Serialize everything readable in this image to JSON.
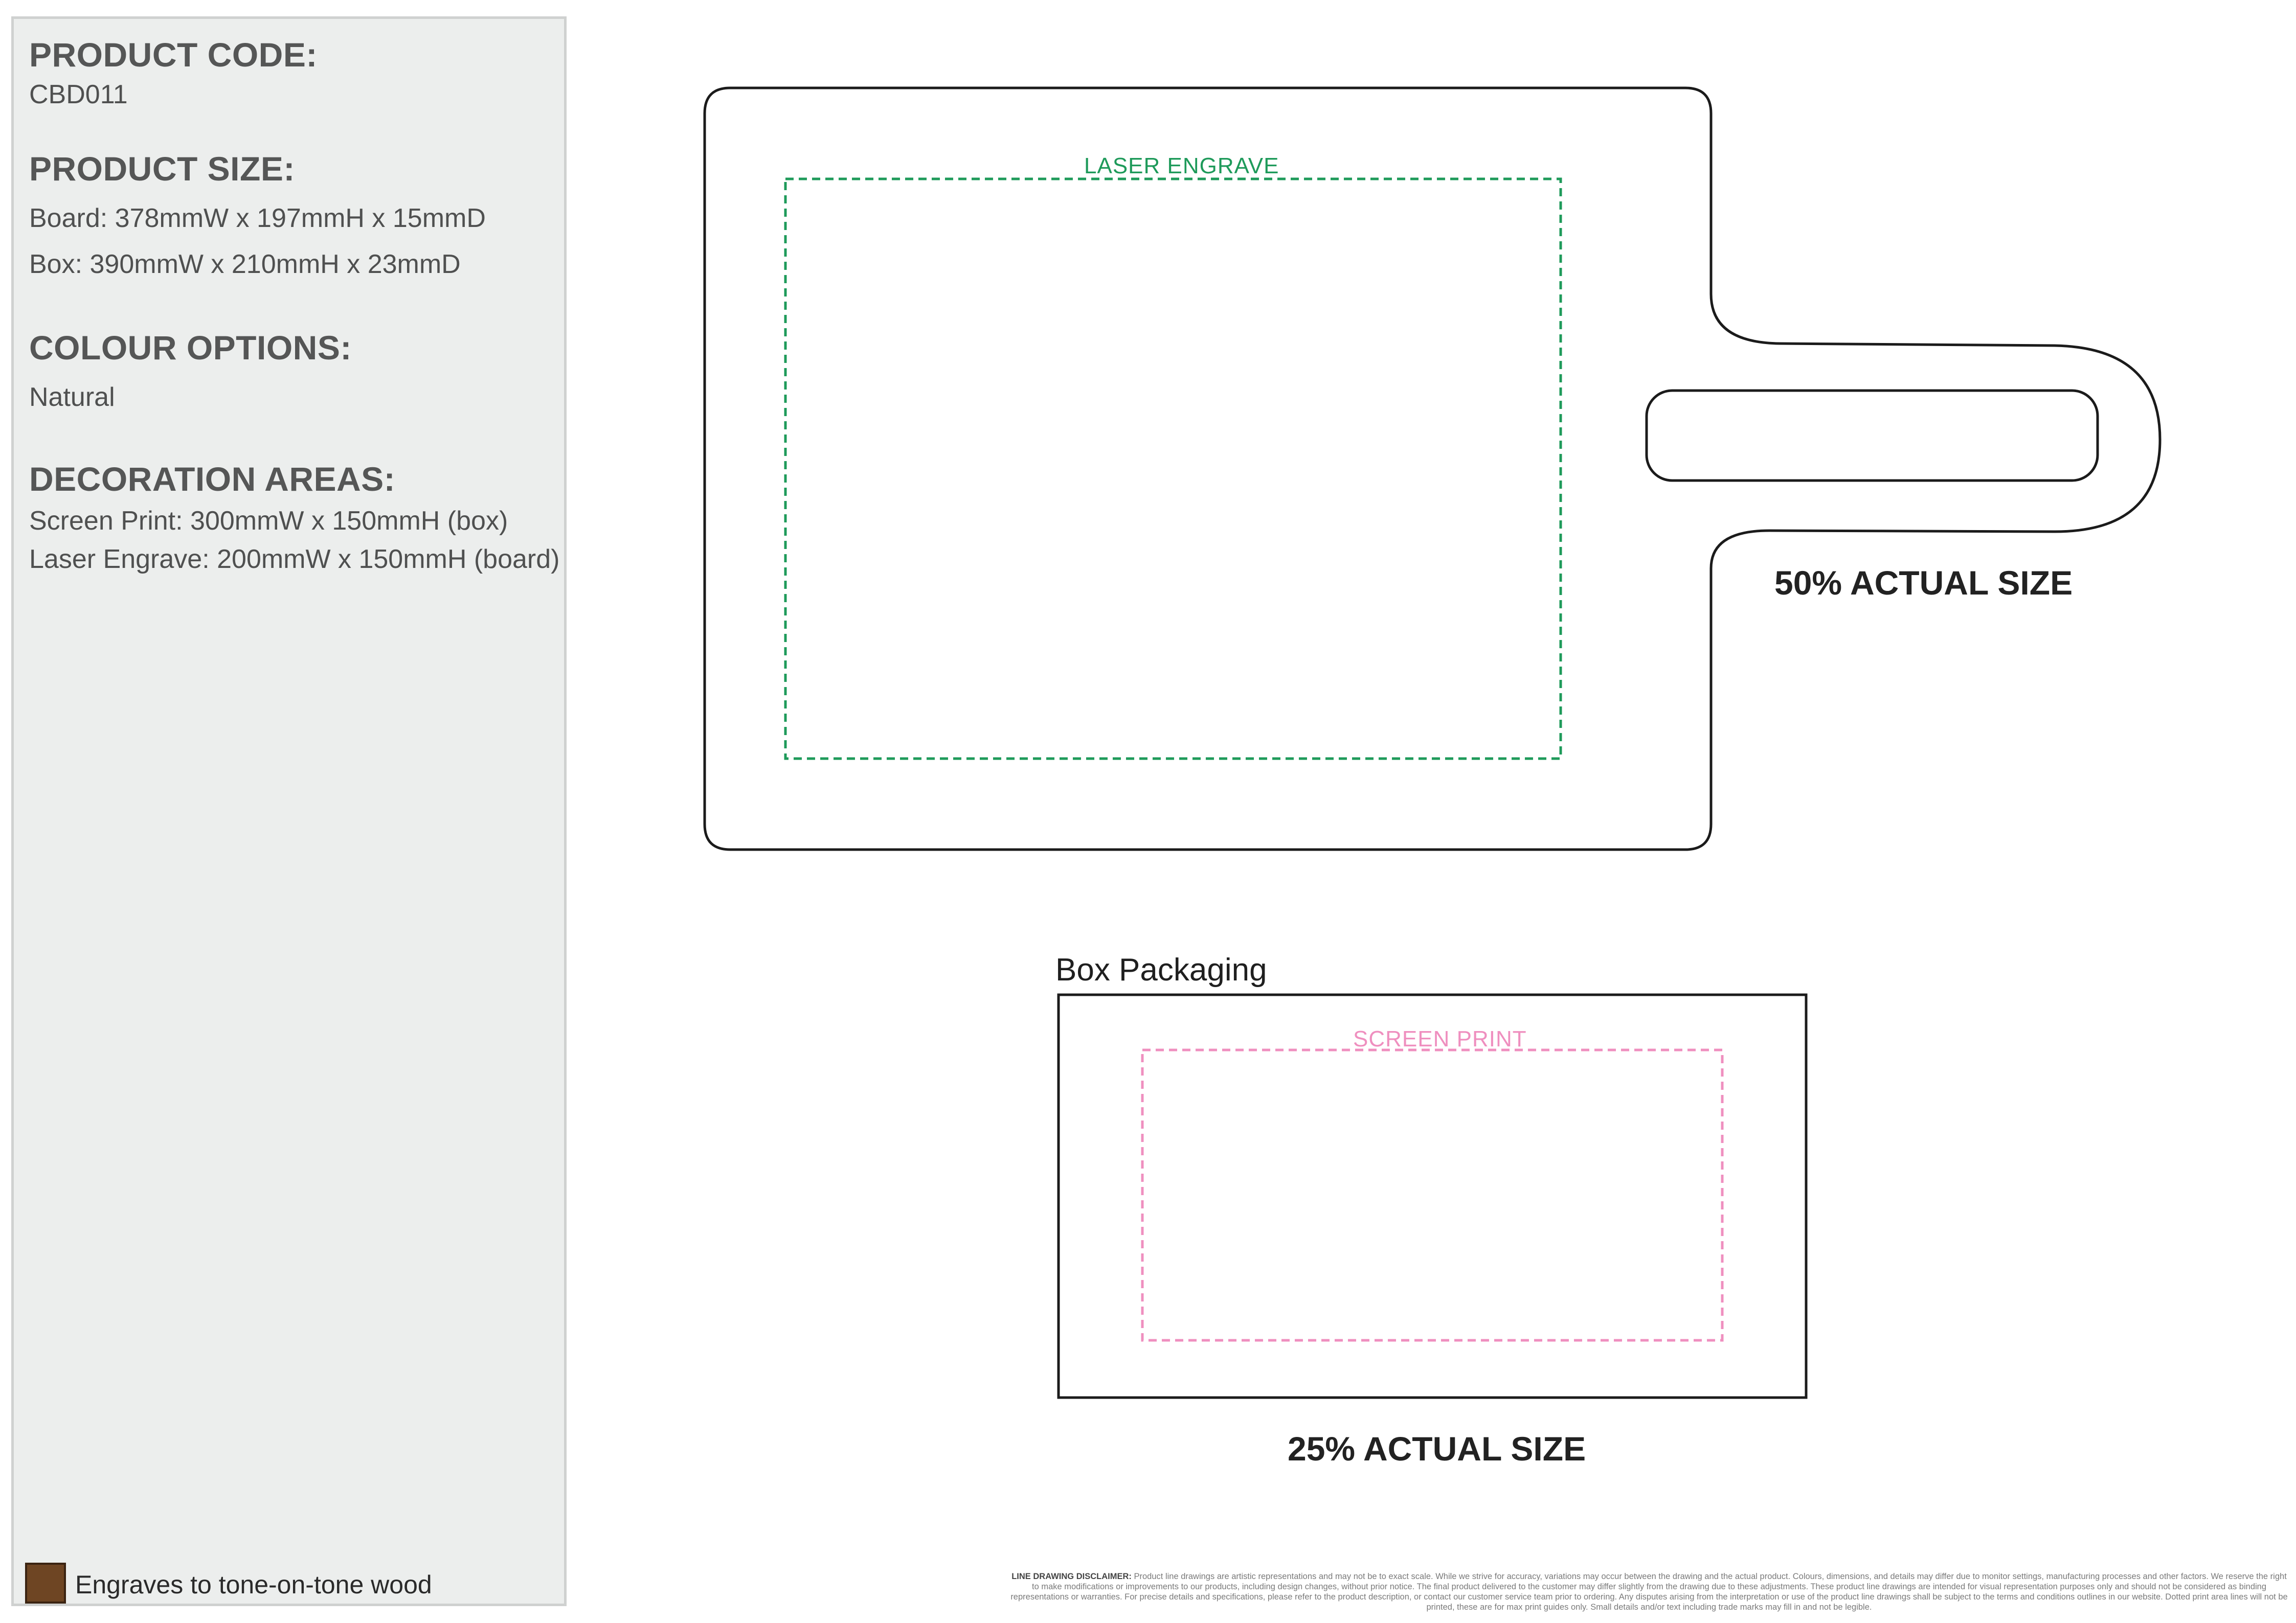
{
  "info": {
    "product_code_heading": "PRODUCT CODE:",
    "product_code": "CBD011",
    "product_size_heading": "PRODUCT SIZE:",
    "board_size": "Board: 378mmW x 197mmH x 15mmD",
    "box_size": "Box: 390mmW x 210mmH x 23mmD",
    "colour_heading": "COLOUR OPTIONS:",
    "colour": "Natural",
    "decoration_heading": "DECORATION AREAS:",
    "decoration_screen": "Screen Print: 300mmW x 150mmH (box)",
    "decoration_laser": "Laser Engrave: 200mmW x 150mmH (board)"
  },
  "swatch": {
    "color": "#6e4523",
    "label": "Engraves to tone-on-tone wood"
  },
  "board": {
    "area_label": "LASER ENGRAVE",
    "scale_label": "50% ACTUAL SIZE",
    "area_color": "#1e9a5a"
  },
  "box": {
    "title": "Box Packaging",
    "area_label": "SCREEN PRINT",
    "scale_label": "25% ACTUAL SIZE",
    "area_color": "#ef8fbf"
  },
  "disclaimer": {
    "title": "LINE DRAWING DISCLAIMER:",
    "text": "Product line drawings are artistic representations and may not be to exact scale. While we strive for accuracy, variations may occur between the drawing and the actual product. Colours, dimensions, and details may differ due to monitor settings, manufacturing processes and other factors. We reserve the right to make modifications or improvements to our products, including design changes, without prior notice. The final product delivered to the customer may differ slightly from the drawing due to these adjustments. These product line drawings are intended for visual representation purposes only and should not be considered as binding representations or warranties. For precise details and specifications, please refer to the product description, or contact our customer service team prior to ordering. Any disputes arising from the interpretation or use of the product line drawings shall be subject to the terms and conditions outlines in our website. Dotted print area lines will not be printed, these are for max print guides only. Small details and/or text including trade marks may fill in and not be legible."
  }
}
